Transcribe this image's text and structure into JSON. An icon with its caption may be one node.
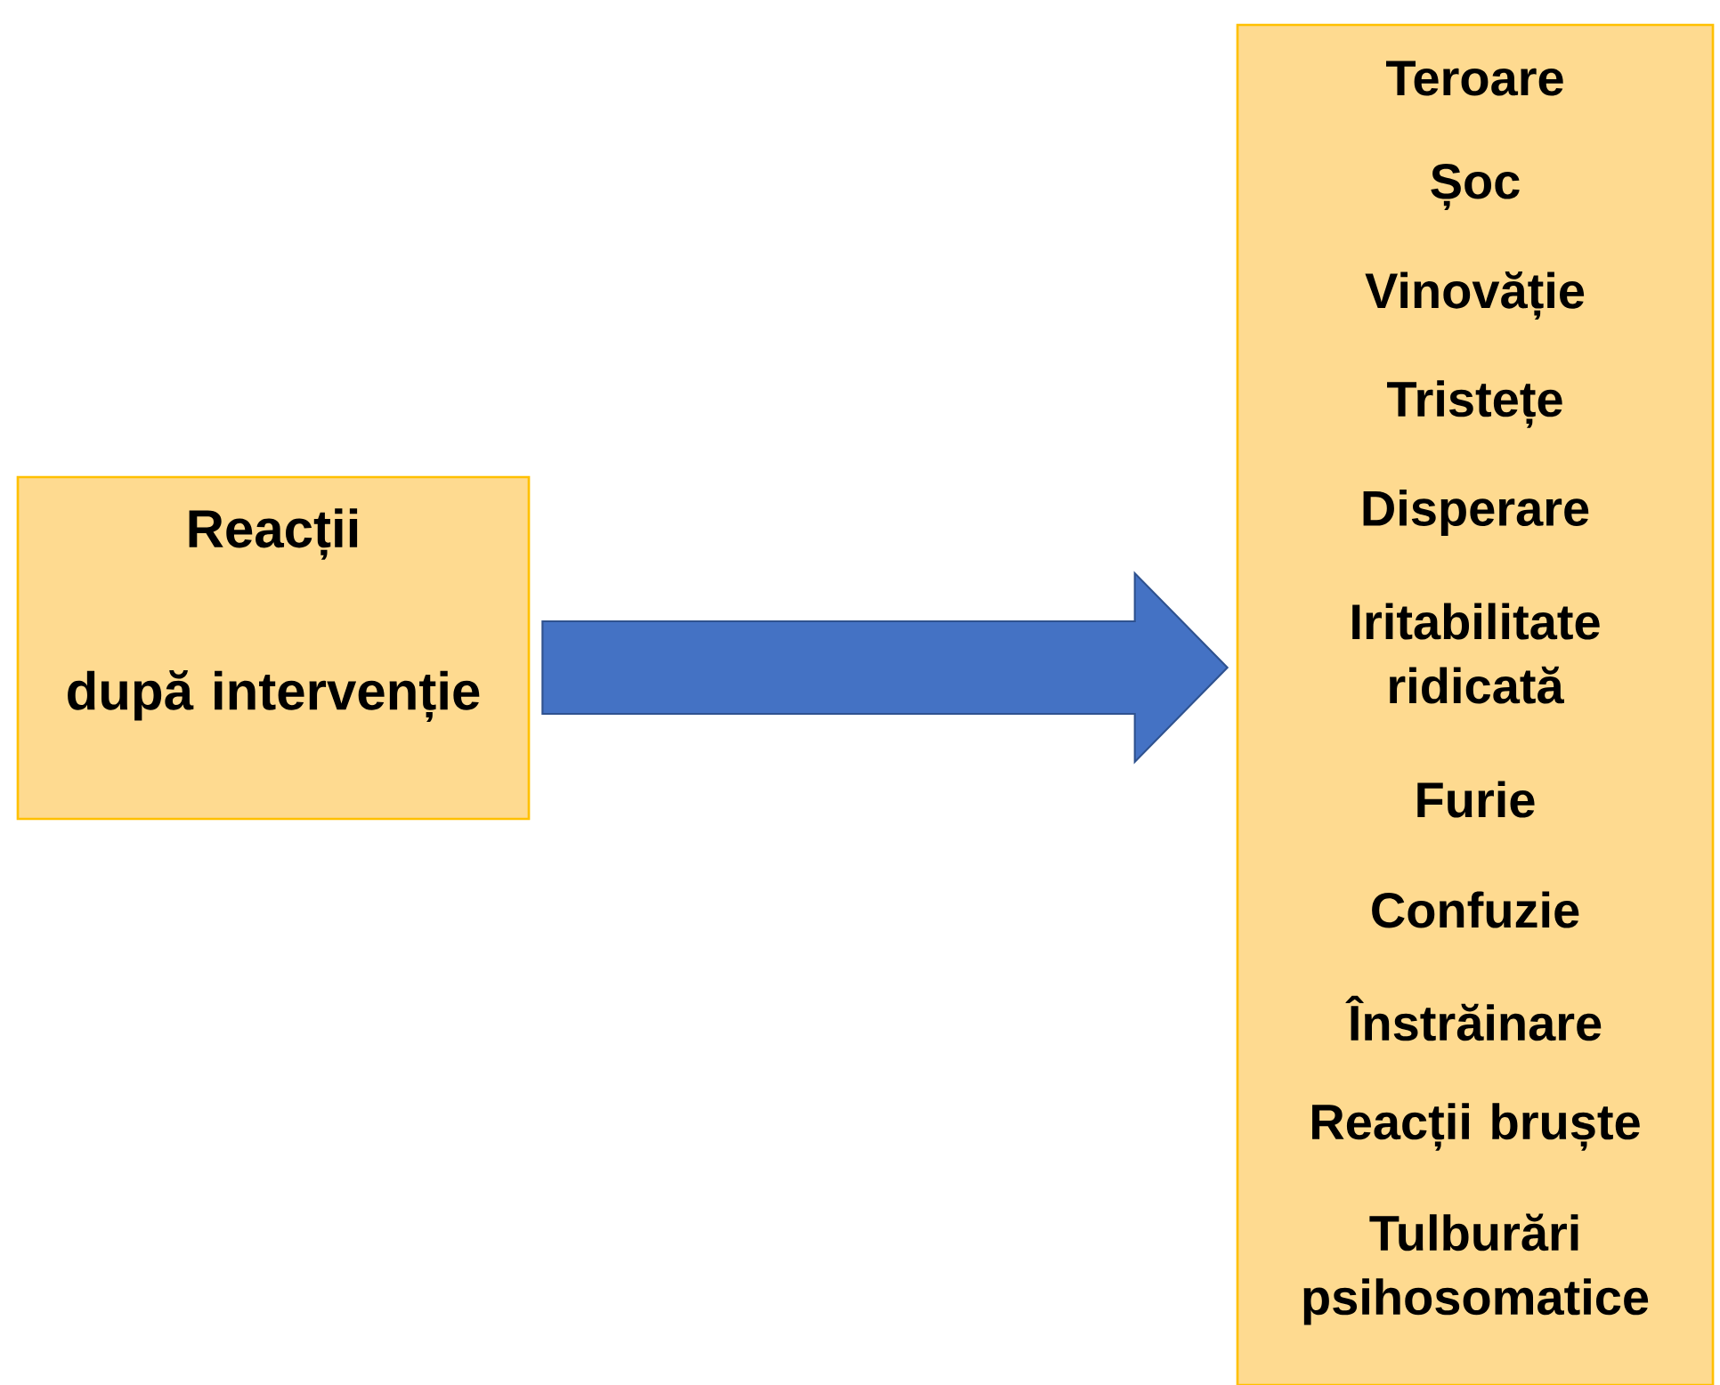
{
  "diagram": {
    "nodes": [
      {
        "text": [
          "Reacții",
          "după intervenție"
        ]
      },
      {
        "text": [
          "Teroare",
          "Șoc",
          "Vinovăție",
          "Tristețe",
          "Disperare",
          "Iritabilitate ridicată",
          "Furie",
          "Confuzie",
          "Înstrăinare",
          "Reacții bruște",
          "Tulburări psihosomatice"
        ]
      }
    ],
    "edges": [
      {
        "from": 0,
        "to": 1,
        "arrow": "to"
      }
    ]
  }
}
